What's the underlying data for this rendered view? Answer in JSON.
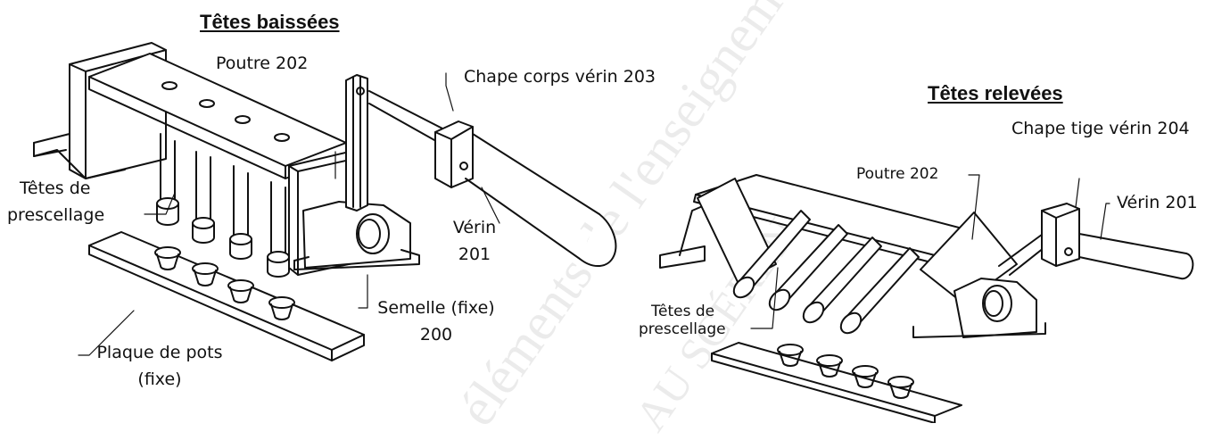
{
  "titles": {
    "left": "Têtes baissées",
    "right": "Têtes relevées"
  },
  "left_labels": {
    "poutre": "Poutre 202",
    "chape_corps": "Chape corps vérin 203",
    "tetes_line1": "Têtes de",
    "tetes_line2": "prescellage",
    "verin_line1": "Vérin",
    "verin_line2": "201",
    "semelle_line1": "Semelle (fixe)",
    "semelle_line2": "200",
    "plaque_line1": "Plaque de pots",
    "plaque_line2": "(fixe)"
  },
  "right_labels": {
    "chape_tige": "Chape tige vérin 204",
    "poutre": "Poutre 202",
    "verin": "Vérin 201",
    "tetes_line1": "Têtes de",
    "tetes_line2": "prescellage"
  },
  "watermark": {
    "line1": "éléments de l'enseignement",
    "line2": "AU SCÉRÉN"
  }
}
